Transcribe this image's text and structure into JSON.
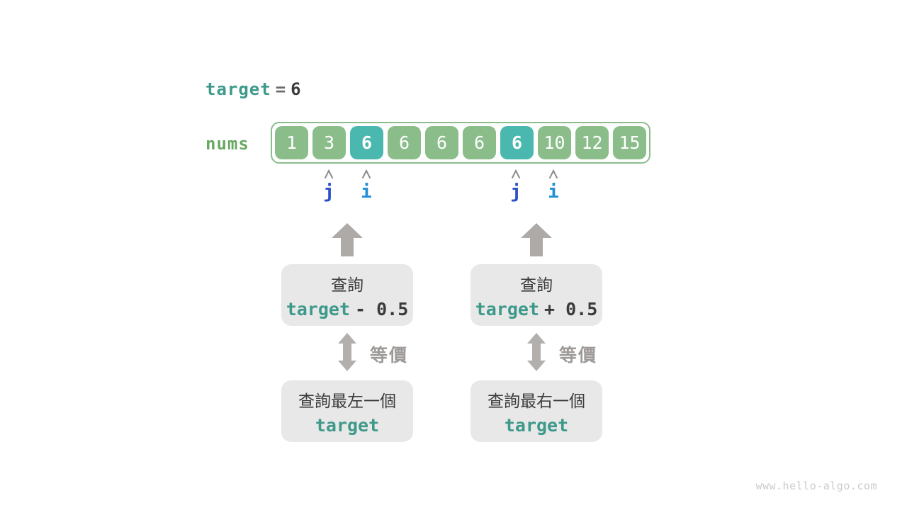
{
  "colors": {
    "teal_text": "#3d9a8a",
    "dark_text": "#3b3b3b",
    "green_label": "#69a863",
    "cell_green": "#8abd8a",
    "cell_teal_highlight": "#4bb8b0",
    "pointer_j_blue": "#2b50c8",
    "pointer_i_blue": "#2190d5",
    "flow_arrow_gray": "#aeaaa8",
    "box_gray": "#e9e8e8",
    "equiv_label_gray": "#9e9a98"
  },
  "header": {
    "variable": "target",
    "equals": "=",
    "value": "6"
  },
  "array": {
    "label": "nums",
    "cells": [
      {
        "value": "1",
        "highlight": false
      },
      {
        "value": "3",
        "highlight": false
      },
      {
        "value": "6",
        "highlight": true
      },
      {
        "value": "6",
        "highlight": false
      },
      {
        "value": "6",
        "highlight": false
      },
      {
        "value": "6",
        "highlight": false
      },
      {
        "value": "6",
        "highlight": true
      },
      {
        "value": "10",
        "highlight": false
      },
      {
        "value": "12",
        "highlight": false
      },
      {
        "value": "15",
        "highlight": false
      }
    ]
  },
  "pointers": [
    {
      "label": "j"
    },
    {
      "label": "i"
    },
    {
      "label": "j"
    },
    {
      "label": "i"
    }
  ],
  "left_flow": {
    "query_title": "查詢",
    "expr_var": "target",
    "expr_op": "- 0.5",
    "equiv_label": "等價",
    "result_title": "查詢最左一個",
    "result_value": "target"
  },
  "right_flow": {
    "query_title": "查詢",
    "expr_var": "target",
    "expr_op": "+ 0.5",
    "equiv_label": "等價",
    "result_title": "查詢最右一個",
    "result_value": "target"
  },
  "watermark": "www.hello-algo.com"
}
